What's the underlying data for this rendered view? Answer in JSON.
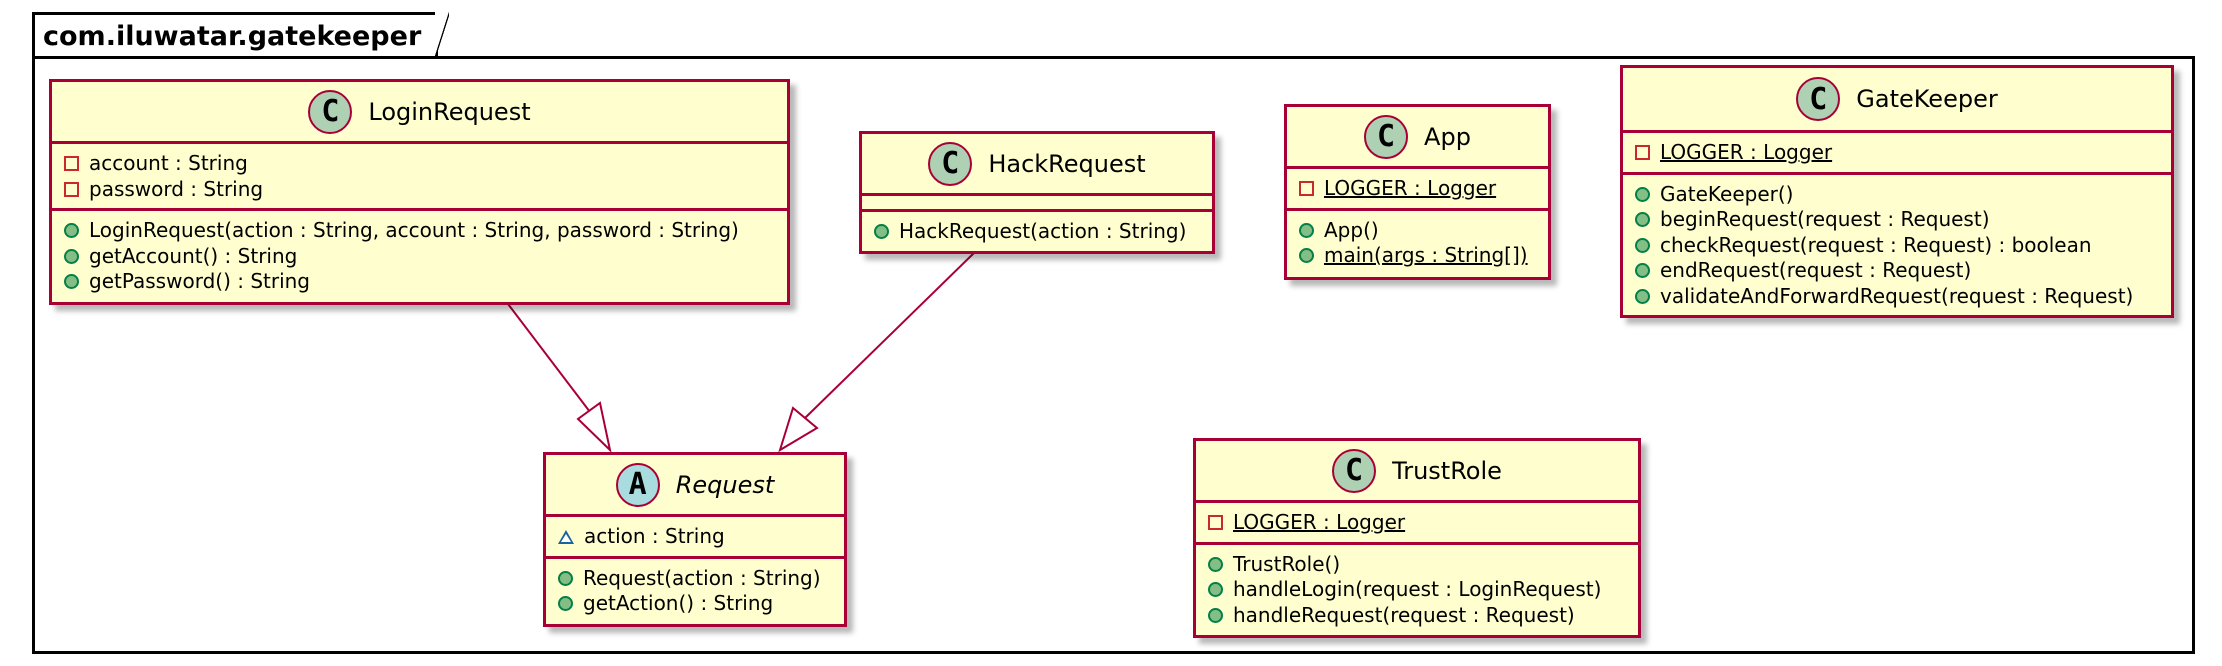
{
  "package": {
    "name": "com.iluwatar.gatekeeper"
  },
  "colors": {
    "class_fill": "#FEFECE",
    "class_border": "#A80036",
    "badge_class": "#ADD1B2",
    "badge_abstract": "#A9DCDF"
  },
  "classes": {
    "login_request": {
      "kind": "C",
      "name": "LoginRequest",
      "fields": [
        {
          "vis": "private",
          "text": "account : String"
        },
        {
          "vis": "private",
          "text": "password : String"
        }
      ],
      "methods": [
        {
          "vis": "public",
          "text": "LoginRequest(action : String, account : String, password : String)"
        },
        {
          "vis": "public",
          "text": "getAccount() : String"
        },
        {
          "vis": "public",
          "text": "getPassword() : String"
        }
      ]
    },
    "hack_request": {
      "kind": "C",
      "name": "HackRequest",
      "fields": [],
      "methods": [
        {
          "vis": "public",
          "text": "HackRequest(action : String)"
        }
      ]
    },
    "app": {
      "kind": "C",
      "name": "App",
      "fields": [
        {
          "vis": "private",
          "text": "LOGGER : Logger",
          "static": true
        }
      ],
      "methods": [
        {
          "vis": "public",
          "text": "App()"
        },
        {
          "vis": "public",
          "text": "main(args : String[])",
          "static": true
        }
      ]
    },
    "gate_keeper": {
      "kind": "C",
      "name": "GateKeeper",
      "fields": [
        {
          "vis": "private",
          "text": "LOGGER : Logger",
          "static": true
        }
      ],
      "methods": [
        {
          "vis": "public",
          "text": "GateKeeper()"
        },
        {
          "vis": "public",
          "text": "beginRequest(request : Request)"
        },
        {
          "vis": "public",
          "text": "checkRequest(request : Request) : boolean"
        },
        {
          "vis": "public",
          "text": "endRequest(request : Request)"
        },
        {
          "vis": "public",
          "text": "validateAndForwardRequest(request : Request)"
        }
      ]
    },
    "request": {
      "kind": "A",
      "name": "Request",
      "abstract": true,
      "fields": [
        {
          "vis": "package",
          "text": "action : String"
        }
      ],
      "methods": [
        {
          "vis": "public",
          "text": "Request(action : String)"
        },
        {
          "vis": "public",
          "text": "getAction() : String"
        }
      ]
    },
    "trust_role": {
      "kind": "C",
      "name": "TrustRole",
      "fields": [
        {
          "vis": "private",
          "text": "LOGGER : Logger",
          "static": true
        }
      ],
      "methods": [
        {
          "vis": "public",
          "text": "TrustRole()"
        },
        {
          "vis": "public",
          "text": "handleLogin(request : LoginRequest)"
        },
        {
          "vis": "public",
          "text": "handleRequest(request : Request)"
        }
      ]
    }
  },
  "relations": [
    {
      "from": "LoginRequest",
      "to": "Request",
      "type": "inheritance"
    },
    {
      "from": "HackRequest",
      "to": "Request",
      "type": "inheritance"
    }
  ]
}
